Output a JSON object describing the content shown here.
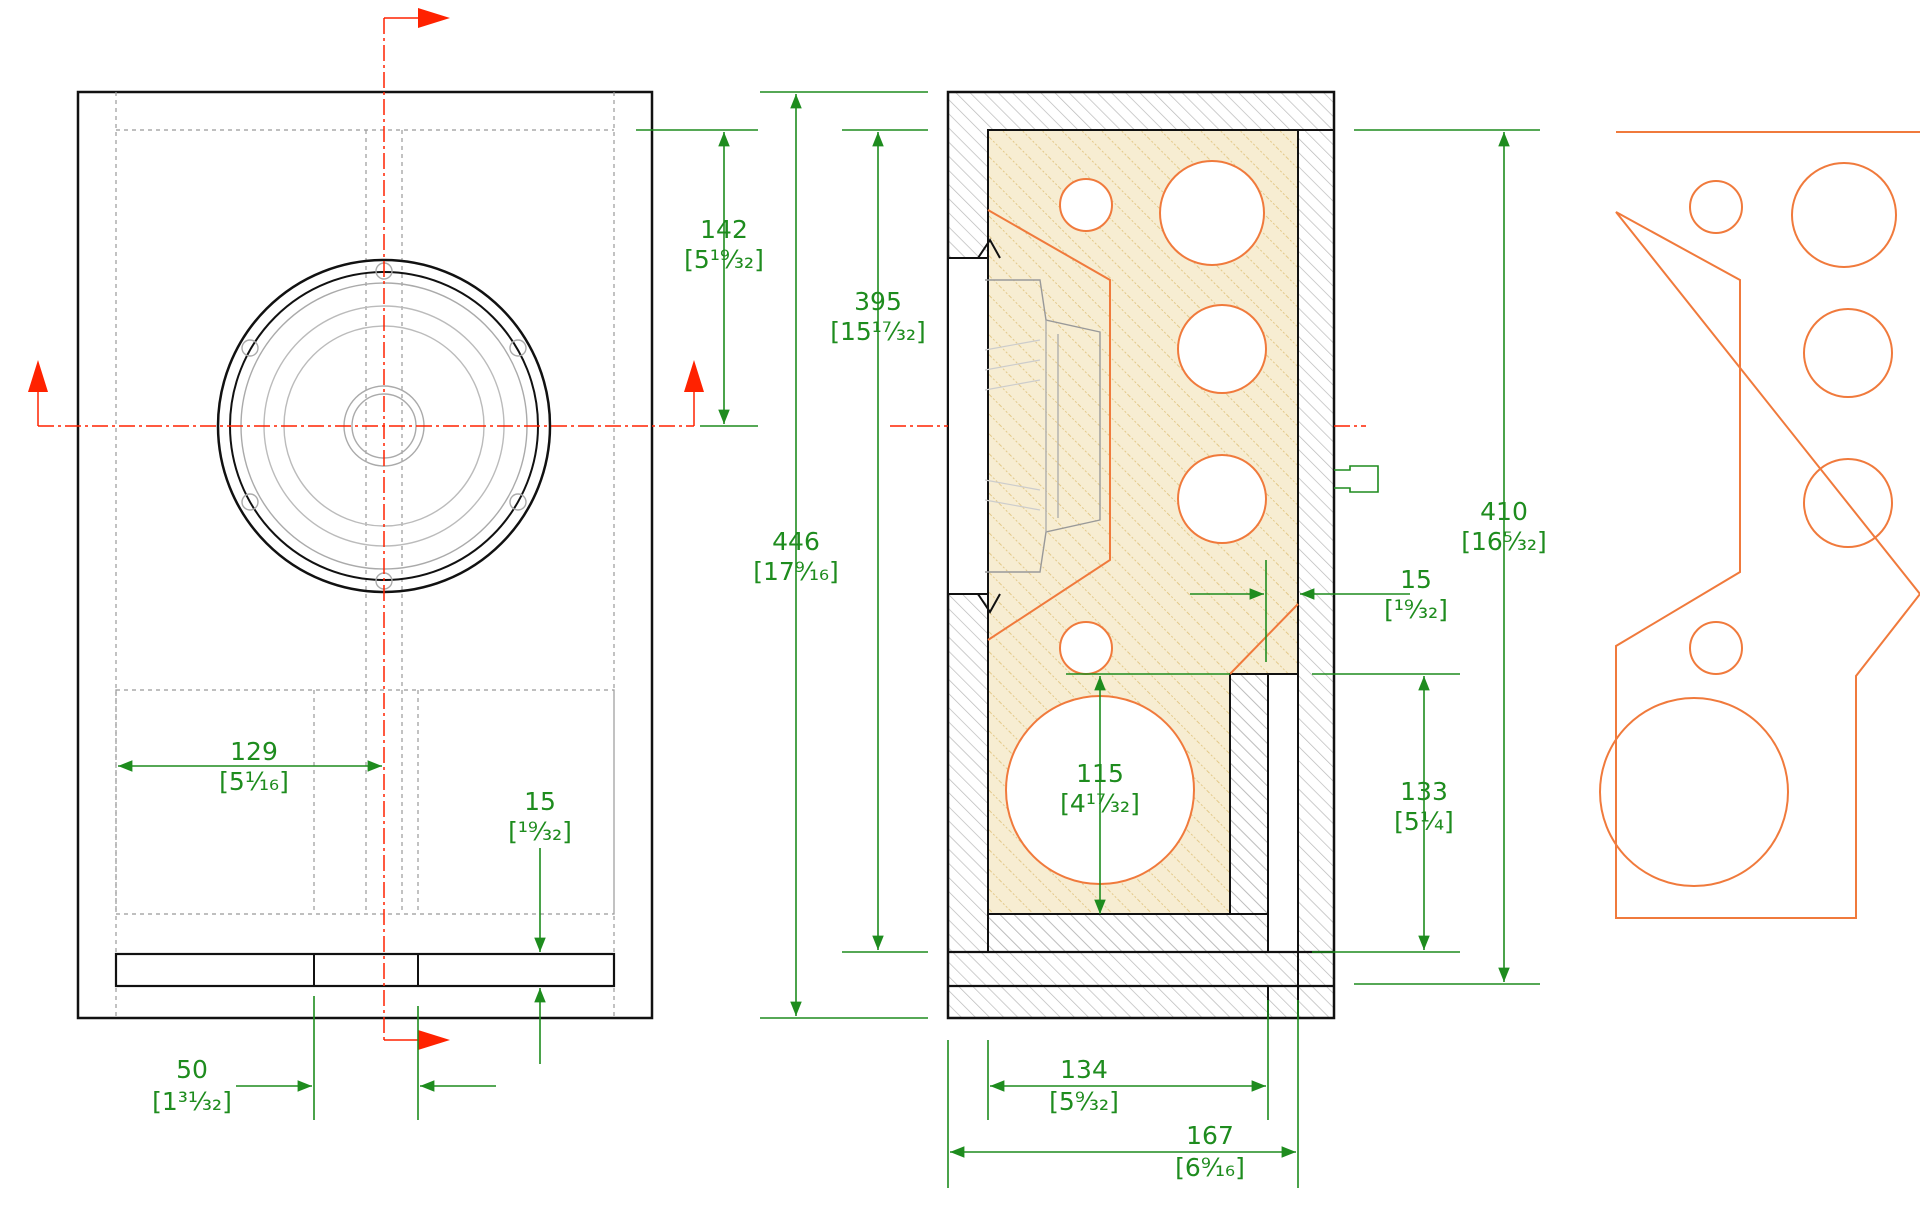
{
  "colors": {
    "dimension": "#1e8c1e",
    "cutline": "#ff2200",
    "holes": "#f07a3c",
    "outline": "#111111",
    "hatch": "#bbbbbb",
    "fill_wood": "#f6e9c4",
    "hidden": "#888888"
  },
  "dimensions": {
    "top_to_axis": {
      "value": "142",
      "imperial": "[5¹⁹⁄₃₂]"
    },
    "internal_height": {
      "value": "395",
      "imperial": "[15¹⁷⁄₃₂]"
    },
    "outer_height": {
      "value": "446",
      "imperial": "[17⁹⁄₁₆]"
    },
    "back_height": {
      "value": "410",
      "imperial": "[16⁵⁄₃₂]"
    },
    "panel_gap": {
      "value": "15",
      "imperial": "[¹⁹⁄₃₂]"
    },
    "port_height": {
      "value": "133",
      "imperial": "[5¼]"
    },
    "bottom_hole": {
      "value": "115",
      "imperial": "[4¹⁷⁄₃₂]"
    },
    "inner_depth": {
      "value": "134",
      "imperial": "[5⁹⁄₃₂]"
    },
    "outer_depth": {
      "value": "167",
      "imperial": "[6⁹⁄₁₆]"
    },
    "half_width": {
      "value": "129",
      "imperial": "[5¹⁄₁₆]"
    },
    "plinth_thickness": {
      "value": "15",
      "imperial": "[¹⁹⁄₃₂]"
    },
    "slot_width": {
      "value": "50",
      "imperial": "[1³¹⁄₃₂]"
    }
  }
}
